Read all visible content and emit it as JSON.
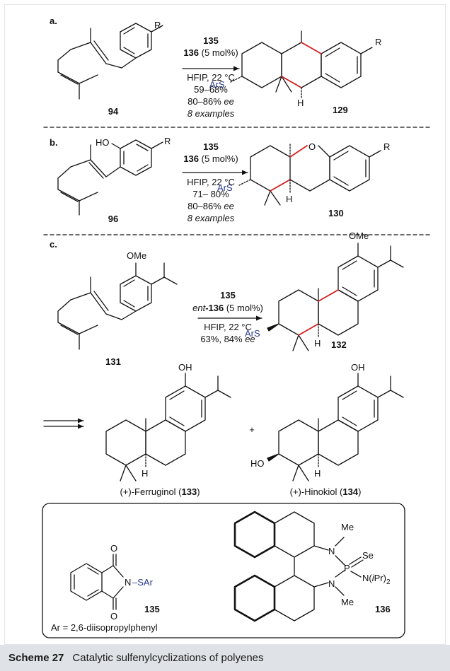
{
  "caption": {
    "label": "Scheme 27",
    "text": "Catalytic sulfenylcyclizations of polyenes"
  },
  "panel_a": {
    "letter": "a.",
    "substituent": "R",
    "reagent_1": "135",
    "reagent_2_bold": "136",
    "reagent_2_rest": " (5 mol%)",
    "conditions": "HFIP, 22 °C",
    "yield": "59–68%",
    "ee_value": "80–86% ",
    "ee_label": "ee",
    "examples": "8 examples",
    "start_label": "94",
    "product_label": "129",
    "product_r": "R",
    "ars": "ArS",
    "h": "H"
  },
  "panel_b": {
    "letter": "b.",
    "ho": "HO",
    "substituent": "R",
    "reagent_1": "135",
    "reagent_2_bold": "136",
    "reagent_2_rest": " (5 mol%)",
    "conditions": "HFIP, 22 °C",
    "yield": "71– 80%",
    "ee_value": "80–86% ",
    "ee_label": "ee",
    "examples": "8 examples",
    "start_label": "96",
    "product_label": "130",
    "product_o": "O",
    "product_r": "R",
    "ars": "ArS",
    "h": "H"
  },
  "panel_c": {
    "letter": "c.",
    "ome": "OMe",
    "reagent_1": "135",
    "reagent_2_prefix": "ent",
    "reagent_2_bold": "-136",
    "reagent_2_rest": " (5 mol%)",
    "conditions": "HFIP, 22 °C",
    "yield_ee": "63%, 84% ",
    "ee_label": "ee",
    "start_label": "131",
    "product_label": "132",
    "product_ome": "OMe",
    "ars": "ArS",
    "h": "H"
  },
  "natural_products": {
    "plus": "+",
    "oh1": "OH",
    "oh2": "OH",
    "ho": "HO",
    "h1": "H",
    "h2": "H",
    "ferruginol_name": "(+)-Ferruginol (",
    "ferruginol_num": "133",
    "ferruginol_close": ")",
    "hinokiol_name": "(+)-Hinokiol (",
    "hinokiol_num": "134",
    "hinokiol_close": ")"
  },
  "box": {
    "o1": "O",
    "o2": "O",
    "n": "N",
    "sar": "–SAr",
    "label_135": "135",
    "ar_definition": "Ar = 2,6-diisopropylphenyl",
    "me1": "Me",
    "me2": "Me",
    "n1": "N",
    "n2": "N",
    "p": "P",
    "se": "Se",
    "nipr_pre": "N(",
    "nipr_i": "i",
    "nipr_post": "Pr)",
    "nipr_sub": "2",
    "label_136": "136"
  },
  "colors": {
    "new_bond": "#d92020",
    "ars": "#2a3a8c",
    "caption_bg": "#dfe2e6"
  }
}
